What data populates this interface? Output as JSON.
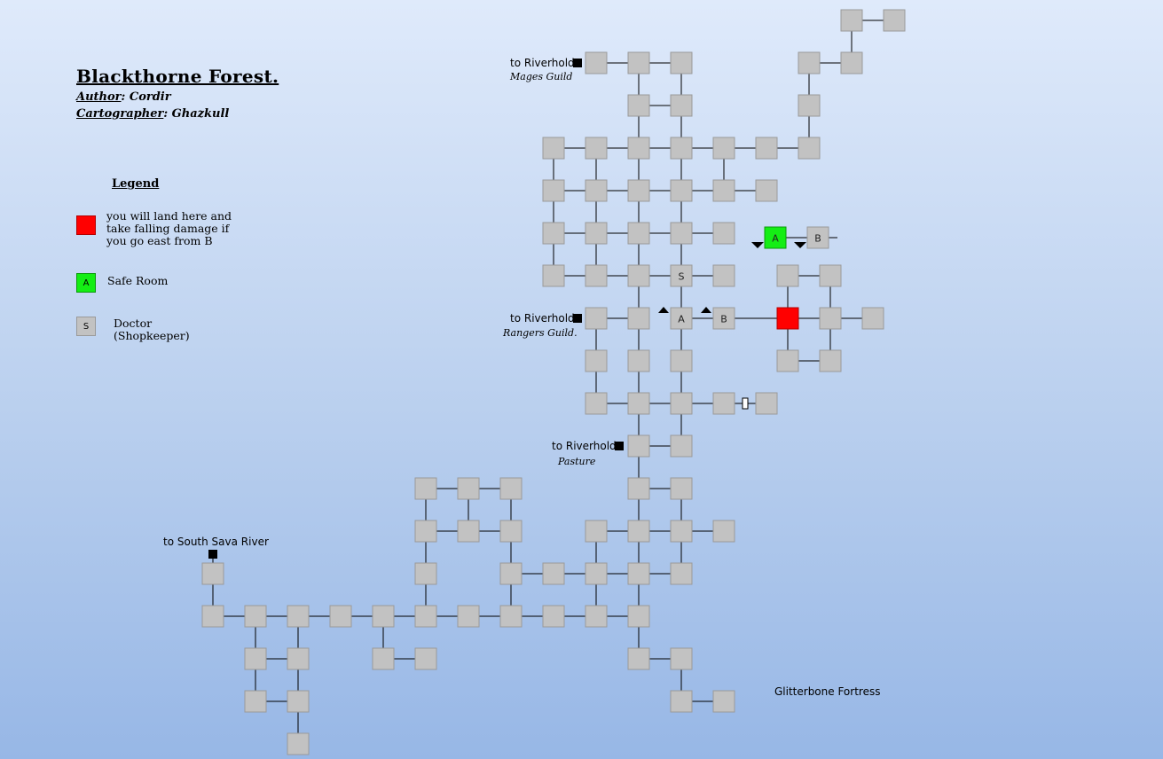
{
  "title": "Blackthorne Forest.",
  "author": {
    "role": "Author",
    "name": "Cordir"
  },
  "cartographer": {
    "role": "Cartographer",
    "name": "Ghazkull"
  },
  "legend": {
    "heading": "Legend",
    "items": [
      {
        "key": "fall",
        "swatch_letter": "",
        "color": "#ff0000",
        "text_lines": [
          "you will land here and",
          "take falling damage if",
          "you go east from B"
        ]
      },
      {
        "key": "safe",
        "swatch_letter": "A",
        "color": "#14ee14",
        "text_lines": [
          "Safe Room"
        ]
      },
      {
        "key": "doctor",
        "swatch_letter": "S",
        "color": "#c2c2c2",
        "text_lines": [
          "Doctor",
          "(Shopkeeper)"
        ]
      }
    ]
  },
  "map": {
    "labels": {
      "exit_mages": "to Riverhold",
      "exit_mages_sub": "Mages Guild",
      "exit_rangers": "to Riverhold",
      "exit_rangers_sub": "Rangers Guild.",
      "exit_pasture": "to Riverhold",
      "exit_pasture_sub": "Pasture",
      "exit_sava": "to South Sava River",
      "fortress": "Glitterbone Fortress"
    },
    "room_letters": {
      "doctor": "S",
      "a_lower": "A",
      "b_lower": "B",
      "a_safe": "A",
      "b_upper": "B"
    },
    "colors": {
      "room": "#c2c2c2",
      "safe": "#14ee14",
      "fall": "#ff0000"
    }
  }
}
